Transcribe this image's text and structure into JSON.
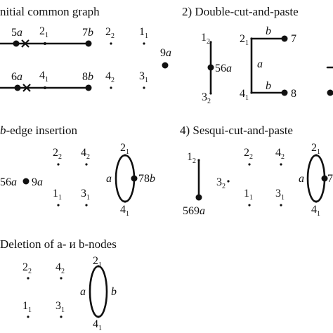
{
  "panels": {
    "p1": {
      "title": "nitial common graph"
    },
    "p2": {
      "title": "2) Double-cut-and-paste"
    },
    "p3": {
      "title": "-edge insertion",
      "title_glyph": "b"
    },
    "p4": {
      "title": "4) Sesqui-cut-and-paste"
    },
    "p5": {
      "title": "Deletion of a- и b-nodes"
    }
  },
  "nodes": {
    "n5a": {
      "num": "5",
      "letter": "a"
    },
    "n7b": {
      "num": "7",
      "letter": "b"
    },
    "n6a": {
      "num": "6",
      "letter": "a"
    },
    "n8b": {
      "num": "8",
      "letter": "b"
    },
    "n9a": {
      "num": "9",
      "letter": "a"
    },
    "n56a": {
      "num": "56",
      "letter": "a"
    },
    "n78b": {
      "num": "78",
      "letter": "b"
    },
    "n569a": {
      "num": "569",
      "letter": "a"
    },
    "n7": {
      "num": "7"
    },
    "n8": {
      "num": "8"
    },
    "n1_1": {
      "num": "1",
      "sub": "1"
    },
    "n1_2": {
      "num": "1",
      "sub": "2"
    },
    "n2_1": {
      "num": "2",
      "sub": "1"
    },
    "n2_2": {
      "num": "2",
      "sub": "2"
    },
    "n3_1": {
      "num": "3",
      "sub": "1"
    },
    "n3_2": {
      "num": "3",
      "sub": "2"
    },
    "n4_1": {
      "num": "4",
      "sub": "1"
    },
    "n4_2": {
      "num": "4",
      "sub": "2"
    }
  },
  "edge_labels": {
    "a": "a",
    "b": "b"
  }
}
